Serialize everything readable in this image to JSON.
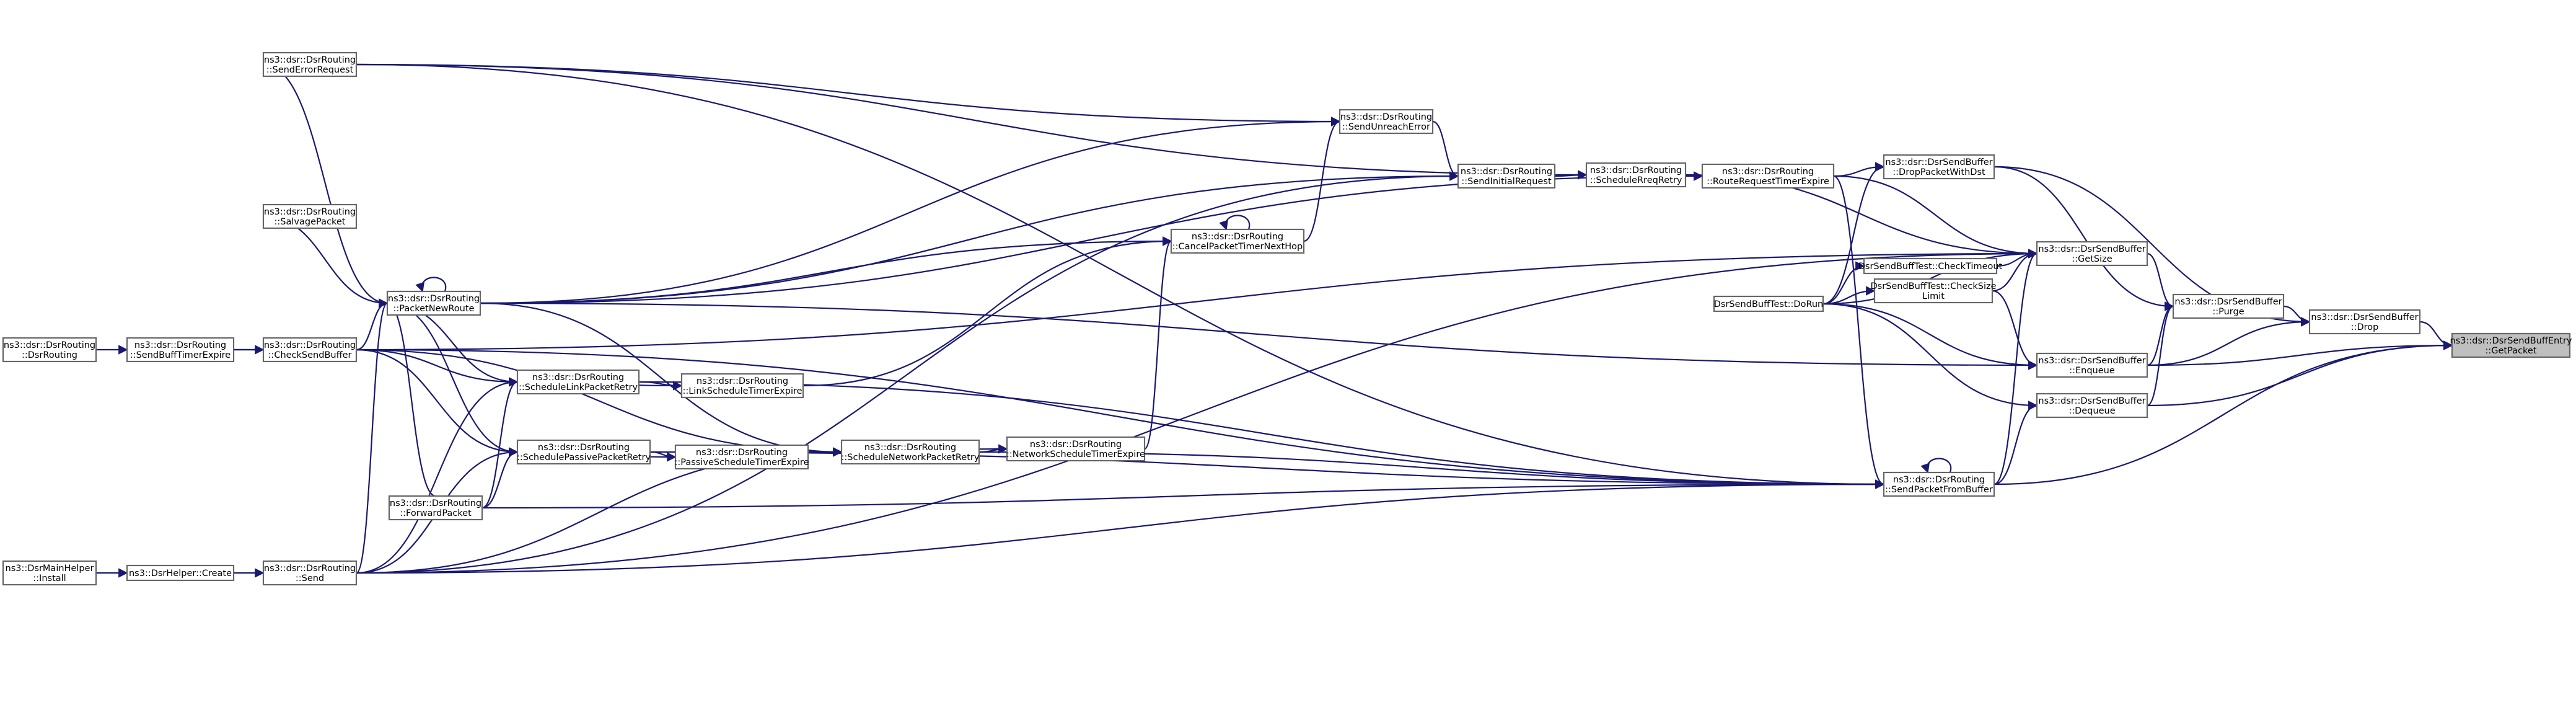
{
  "graph": {
    "edge_color": "#191970",
    "node_border_color": "#666666",
    "focus_fill": "#bfbfbf",
    "nodes": [
      {
        "id": "getpacket",
        "lines": [
          "ns3::dsr::DsrSendBuffEntry",
          "::GetPacket"
        ],
        "focus": true
      },
      {
        "id": "drop",
        "lines": [
          "ns3::dsr::DsrSendBuffer",
          "::Drop"
        ]
      },
      {
        "id": "purge",
        "lines": [
          "ns3::dsr::DsrSendBuffer",
          "::Purge"
        ]
      },
      {
        "id": "dropwithdst",
        "lines": [
          "ns3::dsr::DsrSendBuffer",
          "::DropPacketWithDst"
        ]
      },
      {
        "id": "getsize",
        "lines": [
          "ns3::dsr::DsrSendBuffer",
          "::GetSize"
        ]
      },
      {
        "id": "enqueue",
        "lines": [
          "ns3::dsr::DsrSendBuffer",
          "::Enqueue"
        ]
      },
      {
        "id": "dequeue",
        "lines": [
          "ns3::dsr::DsrSendBuffer",
          "::Dequeue"
        ]
      },
      {
        "id": "sendfrombuffer",
        "lines": [
          "ns3::dsr::DsrRouting",
          "::SendPacketFromBuffer"
        ]
      },
      {
        "id": "checktimeout",
        "lines": [
          "DsrSendBuffTest::CheckTimeout"
        ]
      },
      {
        "id": "checksizelimit",
        "lines": [
          "DsrSendBuffTest::CheckSize",
          "Limit"
        ]
      },
      {
        "id": "dorun",
        "lines": [
          "DsrSendBuffTest::DoRun"
        ]
      },
      {
        "id": "routereqtimer",
        "lines": [
          "ns3::dsr::DsrRouting",
          "::RouteRequestTimerExpire"
        ]
      },
      {
        "id": "schedulereqretry",
        "lines": [
          "ns3::dsr::DsrRouting",
          "::ScheduleRreqRetry"
        ]
      },
      {
        "id": "sendinitialreq",
        "lines": [
          "ns3::dsr::DsrRouting",
          "::SendInitialRequest"
        ]
      },
      {
        "id": "sendunreach",
        "lines": [
          "ns3::dsr::DsrRouting",
          "::SendUnreachError"
        ]
      },
      {
        "id": "senderrorreq",
        "lines": [
          "ns3::dsr::DsrRouting",
          "::SendErrorRequest"
        ]
      },
      {
        "id": "cancelpackettimer",
        "lines": [
          "ns3::dsr::DsrRouting",
          "::CancelPacketTimerNextHop"
        ]
      },
      {
        "id": "salvage",
        "lines": [
          "ns3::dsr::DsrRouting",
          "::SalvagePacket"
        ]
      },
      {
        "id": "packetnewroute",
        "lines": [
          "ns3::dsr::DsrRouting",
          "::PacketNewRoute"
        ]
      },
      {
        "id": "checksendbuffer",
        "lines": [
          "ns3::dsr::DsrRouting",
          "::CheckSendBuffer"
        ]
      },
      {
        "id": "sendbufftimer",
        "lines": [
          "ns3::dsr::DsrRouting",
          "::SendBuffTimerExpire"
        ]
      },
      {
        "id": "dsrrouting",
        "lines": [
          "ns3::dsr::DsrRouting",
          "::DsrRouting"
        ]
      },
      {
        "id": "schedlinkretry",
        "lines": [
          "ns3::dsr::DsrRouting",
          "::ScheduleLinkPacketRetry"
        ]
      },
      {
        "id": "linkschedtimer",
        "lines": [
          "ns3::dsr::DsrRouting",
          "::LinkScheduleTimerExpire"
        ]
      },
      {
        "id": "schedpassiveretry",
        "lines": [
          "ns3::dsr::DsrRouting",
          "::SchedulePassivePacketRetry"
        ]
      },
      {
        "id": "passiveschedtimer",
        "lines": [
          "ns3::dsr::DsrRouting",
          "::PassiveScheduleTimerExpire"
        ]
      },
      {
        "id": "schednetretry",
        "lines": [
          "ns3::dsr::DsrRouting",
          "::ScheduleNetworkPacketRetry"
        ]
      },
      {
        "id": "netschedtimer",
        "lines": [
          "ns3::dsr::DsrRouting",
          "::NetworkScheduleTimerExpire"
        ]
      },
      {
        "id": "forwardpacket",
        "lines": [
          "ns3::dsr::DsrRouting",
          "::ForwardPacket"
        ]
      },
      {
        "id": "send",
        "lines": [
          "ns3::dsr::DsrRouting",
          "::Send"
        ]
      },
      {
        "id": "helpercreate",
        "lines": [
          "ns3::DsrHelper::Create"
        ]
      },
      {
        "id": "mainhelper",
        "lines": [
          "ns3::DsrMainHelper",
          "::Install"
        ]
      }
    ],
    "edges": [
      [
        "getpacket",
        "drop"
      ],
      [
        "getpacket",
        "enqueue"
      ],
      [
        "getpacket",
        "dequeue"
      ],
      [
        "getpacket",
        "sendfrombuffer"
      ],
      [
        "drop",
        "purge"
      ],
      [
        "drop",
        "dropwithdst"
      ],
      [
        "drop",
        "enqueue"
      ],
      [
        "purge",
        "getsize"
      ],
      [
        "purge",
        "enqueue"
      ],
      [
        "purge",
        "dequeue"
      ],
      [
        "purge",
        "dropwithdst"
      ],
      [
        "dropwithdst",
        "routereqtimer"
      ],
      [
        "dropwithdst",
        "dorun"
      ],
      [
        "getsize",
        "checktimeout"
      ],
      [
        "getsize",
        "checksizelimit"
      ],
      [
        "getsize",
        "dorun"
      ],
      [
        "getsize",
        "sendfrombuffer"
      ],
      [
        "getsize",
        "routereqtimer"
      ],
      [
        "getsize",
        "checksendbuffer"
      ],
      [
        "getsize",
        "schedulereqretry"
      ],
      [
        "getsize",
        "send"
      ],
      [
        "enqueue",
        "dorun"
      ],
      [
        "enqueue",
        "checksizelimit"
      ],
      [
        "enqueue",
        "packetnewroute"
      ],
      [
        "dequeue",
        "sendfrombuffer"
      ],
      [
        "dequeue",
        "dorun"
      ],
      [
        "checktimeout",
        "dorun"
      ],
      [
        "checksizelimit",
        "dorun"
      ],
      [
        "sendfrombuffer",
        "sendfrombuffer"
      ],
      [
        "sendfrombuffer",
        "routereqtimer"
      ],
      [
        "sendfrombuffer",
        "senderrorreq"
      ],
      [
        "sendfrombuffer",
        "schedlinkretry"
      ],
      [
        "sendfrombuffer",
        "schedpassiveretry"
      ],
      [
        "sendfrombuffer",
        "schednetretry"
      ],
      [
        "sendfrombuffer",
        "send"
      ],
      [
        "sendfrombuffer",
        "forwardpacket"
      ],
      [
        "sendfrombuffer",
        "checksendbuffer"
      ],
      [
        "routereqtimer",
        "schedulereqretry"
      ],
      [
        "routereqtimer",
        "packetnewroute"
      ],
      [
        "schedulereqretry",
        "routereqtimer"
      ],
      [
        "schedulereqretry",
        "sendinitialreq"
      ],
      [
        "schedulereqretry",
        "senderrorreq"
      ],
      [
        "sendinitialreq",
        "sendunreach"
      ],
      [
        "sendinitialreq",
        "packetnewroute"
      ],
      [
        "sendinitialreq",
        "send"
      ],
      [
        "sendunreach",
        "senderrorreq"
      ],
      [
        "sendunreach",
        "cancelpackettimer"
      ],
      [
        "sendunreach",
        "packetnewroute"
      ],
      [
        "senderrorreq",
        "packetnewroute"
      ],
      [
        "cancelpackettimer",
        "cancelpackettimer"
      ],
      [
        "cancelpackettimer",
        "linkschedtimer"
      ],
      [
        "cancelpackettimer",
        "packetnewroute"
      ],
      [
        "cancelpackettimer",
        "netschedtimer"
      ],
      [
        "salvage",
        "packetnewroute"
      ],
      [
        "packetnewroute",
        "packetnewroute"
      ],
      [
        "packetnewroute",
        "checksendbuffer"
      ],
      [
        "packetnewroute",
        "send"
      ],
      [
        "packetnewroute",
        "schedlinkretry"
      ],
      [
        "packetnewroute",
        "schedpassiveretry"
      ],
      [
        "packetnewroute",
        "forwardpacket"
      ],
      [
        "checksendbuffer",
        "sendbufftimer"
      ],
      [
        "sendbufftimer",
        "dsrrouting"
      ],
      [
        "sendbufftimer",
        "checksendbuffer"
      ],
      [
        "schedlinkretry",
        "linkschedtimer"
      ],
      [
        "schedlinkretry",
        "send"
      ],
      [
        "schedlinkretry",
        "forwardpacket"
      ],
      [
        "schedlinkretry",
        "checksendbuffer"
      ],
      [
        "linkschedtimer",
        "schedlinkretry"
      ],
      [
        "schedpassiveretry",
        "passiveschedtimer"
      ],
      [
        "schedpassiveretry",
        "send"
      ],
      [
        "schedpassiveretry",
        "forwardpacket"
      ],
      [
        "schedpassiveretry",
        "checksendbuffer"
      ],
      [
        "passiveschedtimer",
        "schedpassiveretry"
      ],
      [
        "schednetretry",
        "netschedtimer"
      ],
      [
        "schednetretry",
        "send"
      ],
      [
        "schednetretry",
        "packetnewroute"
      ],
      [
        "schednetretry",
        "checksendbuffer"
      ],
      [
        "netschedtimer",
        "schednetretry"
      ],
      [
        "send",
        "helpercreate"
      ],
      [
        "helpercreate",
        "mainhelper"
      ]
    ]
  }
}
